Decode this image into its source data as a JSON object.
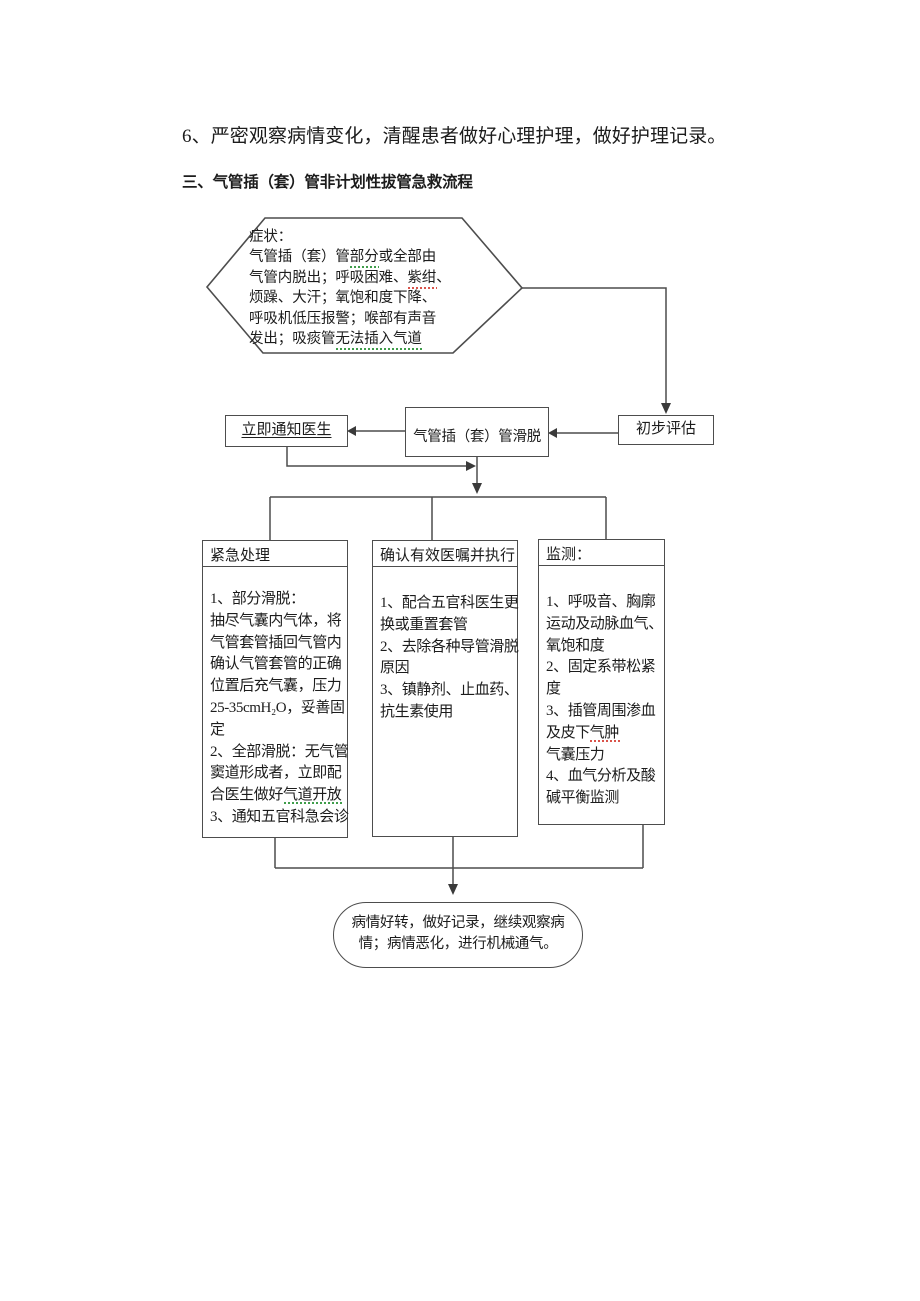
{
  "document": {
    "item_line": "6、严密观察病情变化，清醒患者做好心理护理，做好护理记录。",
    "section_heading": "三、气管插（套）管非计划性拔管急救流程"
  },
  "flowchart": {
    "symptom": {
      "lines": [
        "症状：",
        "气管插（套）管部分或全部由",
        "气管内脱出；呼吸困难、紫绀、",
        "烦躁、大汗；氧饱和度下降、",
        "呼吸机低压报警；喉部有声音",
        "发出；吸痰管无法插入气道"
      ]
    },
    "notify": {
      "label": "立即通知医生"
    },
    "slip": {
      "label": "气管插（套）管滑脱"
    },
    "assess": {
      "label": "初步评估"
    },
    "emergency": {
      "title": "紧急处理",
      "lines": [
        "1、部分滑脱：",
        "抽尽气囊内气体，将",
        "气管套管插回气管内",
        "确认气管套管的正确",
        "位置后充气囊，压力",
        "25-35cmH₂O，妥善固",
        "定",
        "2、全部滑脱：无气管",
        "窦道形成者，立即配",
        "合医生做好气道开放",
        "3、通知五官科急会诊"
      ]
    },
    "orders": {
      "title": "确认有效医嘱并执行",
      "lines": [
        "1、配合五官科医生更",
        "换或重置套管",
        "2、去除各种导管滑脱",
        "原因",
        "3、镇静剂、止血药、",
        "抗生素使用"
      ]
    },
    "monitor": {
      "title": "监测：",
      "lines": [
        "1、呼吸音、胸廓",
        "运动及动脉血气、",
        "氧饱和度",
        "2、固定系带松紧",
        "度",
        "3、插管周围渗血",
        "及皮下气肿",
        "气囊压力",
        "4、血气分析及酸",
        "碱平衡监测"
      ]
    },
    "outcome": {
      "lines": [
        "病情好转，做好记录，继续观察病",
        "情；病情恶化，进行机械通气。"
      ]
    }
  },
  "colors": {
    "page_background": "#ffffff",
    "line": "#4d4d4d",
    "text": "#1c1c1c",
    "spellcheck_red": "#d9534a",
    "spellcheck_green": "#3f9d4a"
  }
}
